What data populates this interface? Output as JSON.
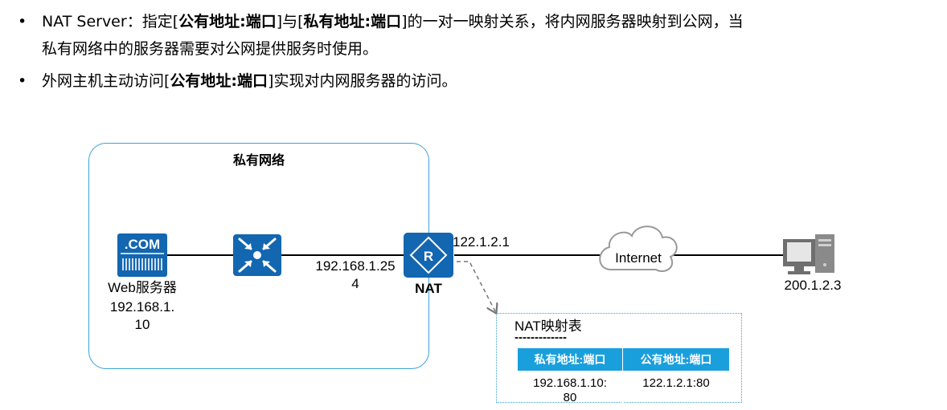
{
  "bullets": [
    {
      "prefix": "NAT Server：指定[",
      "bold1": "公有地址:端口",
      "middle": "]与[",
      "bold2": "私有地址:端口",
      "suffix": "]的一对一映射关系，将内网服务器映射到公网，当",
      "line2": "私有网络中的服务器需要对公网提供服务时使用。"
    },
    {
      "prefix": "外网主机主动访问[",
      "bold1": "公有地址:端口",
      "suffix": "]实现对内网服务器的访问。"
    }
  ],
  "diagram": {
    "private_network_label": "私有网络",
    "server": {
      "icon_text": ".COM",
      "label": "Web服务器",
      "ip_line1": "192.168.1.",
      "ip_line2": "10"
    },
    "switch_icon": "switch-icon",
    "router": {
      "label": "NAT",
      "inside_ip_line1": "192.168.1.25",
      "inside_ip_line2": "4",
      "outside_ip": "122.1.2.1"
    },
    "cloud": {
      "label": "Internet"
    },
    "host": {
      "ip": "200.1.2.3"
    },
    "nat_table": {
      "title": "NAT映射表",
      "separator": "-------------",
      "headers": [
        "私有地址:端口",
        "公有地址:端口"
      ],
      "row": {
        "private_line1": "192.168.1.10:",
        "private_line2": "80",
        "public": "122.1.2.1:80"
      }
    },
    "colors": {
      "accent": "#1a9fdd",
      "device": "#1366b0",
      "box_border": "#3aa2d8"
    }
  }
}
